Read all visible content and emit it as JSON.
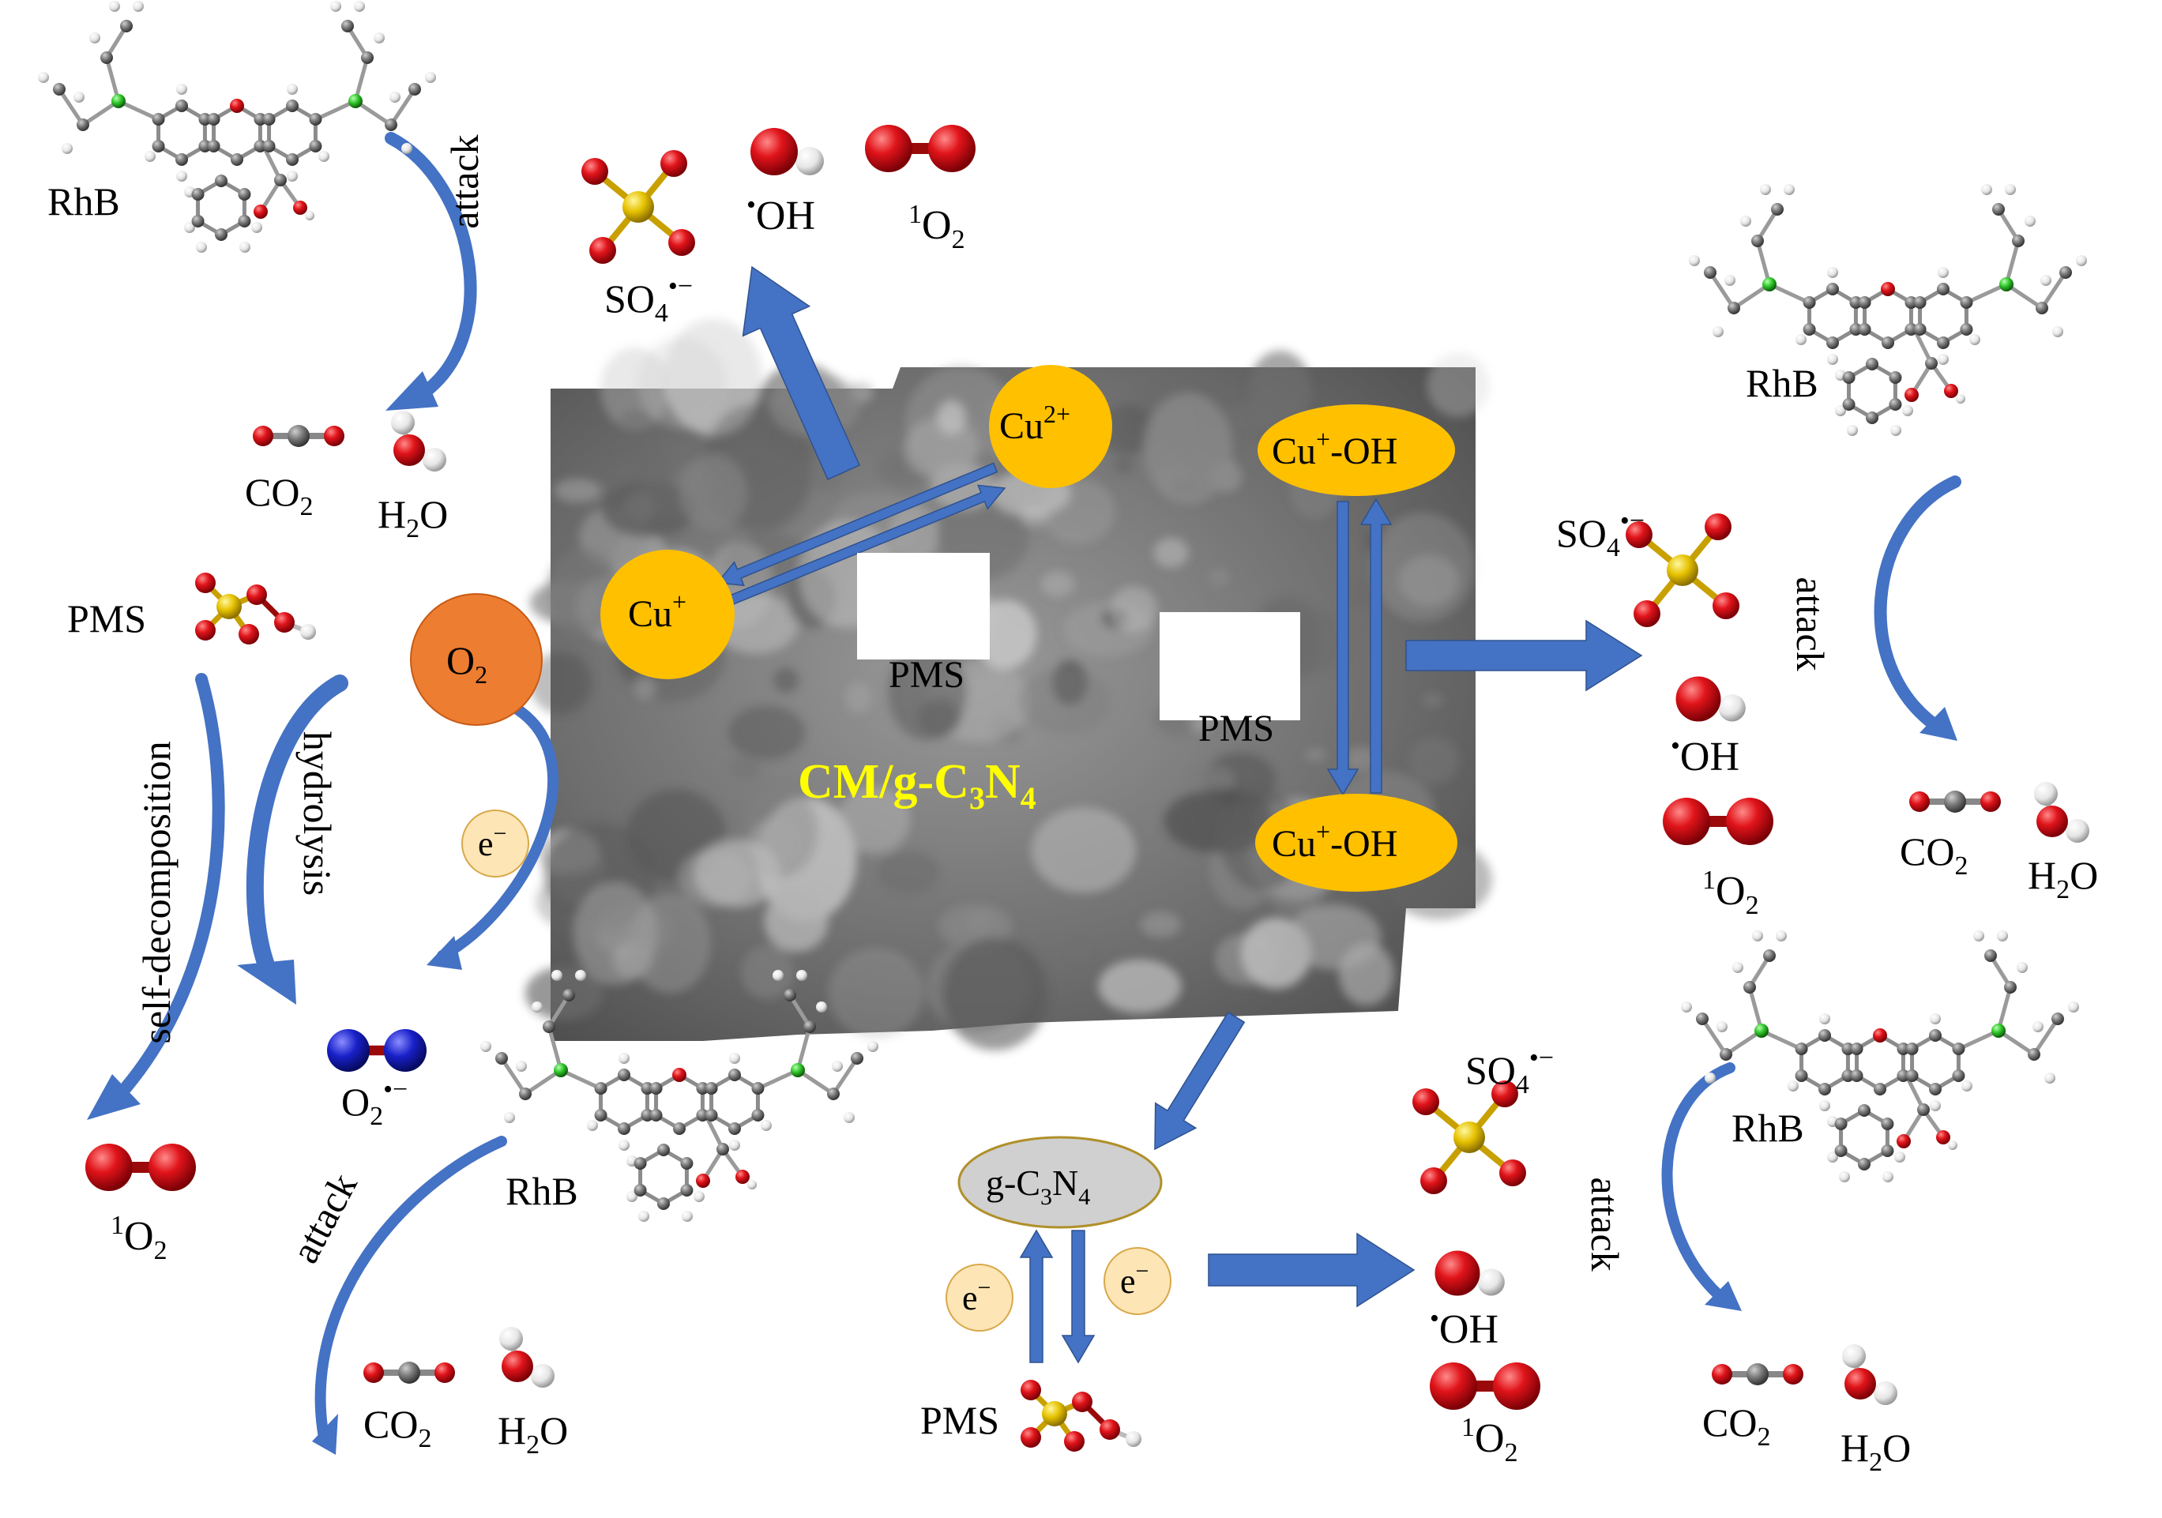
{
  "catalyst": {
    "label": "CM/g-C",
    "sub3": "3",
    "n": "N",
    "sub4": "4"
  },
  "cu2": {
    "base": "Cu",
    "sup": "2+"
  },
  "cu1": {
    "base": "Cu",
    "sup": "+"
  },
  "cuoh": {
    "base": "Cu",
    "sup": "+",
    "tail": "-OH"
  },
  "o2": {
    "base": "O",
    "sub": "2"
  },
  "electron": {
    "base": "e",
    "sup": "−"
  },
  "gcn": {
    "a": "g-C",
    "s3": "3",
    "n": "N",
    "s4": "4"
  },
  "species": {
    "rhb": "RhB",
    "pms": "PMS",
    "co2": {
      "base": "CO",
      "sub": "2"
    },
    "h2o": {
      "h": "H",
      "sub": "2",
      "o": "O"
    },
    "so4": {
      "base": "SO",
      "sub": "4",
      "sup": "•−"
    },
    "oh": {
      "dot": "•",
      "base": "OH"
    },
    "singlet": {
      "sup": "1",
      "base": "O",
      "sub": "2"
    },
    "superoxide": {
      "base": "O",
      "sub": "2",
      "sup": "•−"
    }
  },
  "process": {
    "attack": "attack",
    "hydrolysis": "hydrolysis",
    "self_decomposition": "self-decomposition"
  },
  "colors": {
    "arrow": "#4472c4",
    "cu": "#ffc000",
    "o2": "#ed7d31",
    "electron": "#fde5b5",
    "gcn": "#d0d0d0",
    "catalyst_label": "#ffff00"
  }
}
